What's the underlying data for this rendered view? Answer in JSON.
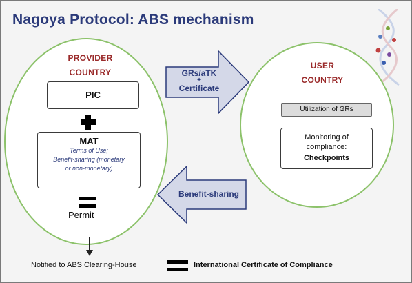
{
  "title": "Nagoya Protocol: ABS mechanism",
  "provider": {
    "heading_line1": "PROVIDER",
    "heading_line2": "COUNTRY",
    "pic": "PIC",
    "mat": {
      "title": "MAT",
      "line1": "Terms of Use;",
      "line2": "Benefit-sharing (monetary",
      "line3": "or non-monetary)"
    },
    "permit": "Permit"
  },
  "user": {
    "heading_line1": "USER",
    "heading_line2": "COUNTRY",
    "utilization": "Utilization of GRs",
    "monitoring_line1": "Monitoring of",
    "monitoring_line2": "compliance:",
    "checkpoints": "Checkpoints"
  },
  "arrows": {
    "top_line1": "GRs/aTK",
    "top_plus": "+",
    "top_line2": "Certificate",
    "bottom": "Benefit-sharing"
  },
  "footer": {
    "notified": "Notified to ABS Clearing-House",
    "certificate": "International Certificate of Compliance"
  },
  "colors": {
    "title": "#2b3a7a",
    "heading": "#9a2a2a",
    "circle_border": "#8cc26a",
    "arrow_fill": "#d4d8e8",
    "arrow_border": "#2b3a7a"
  }
}
